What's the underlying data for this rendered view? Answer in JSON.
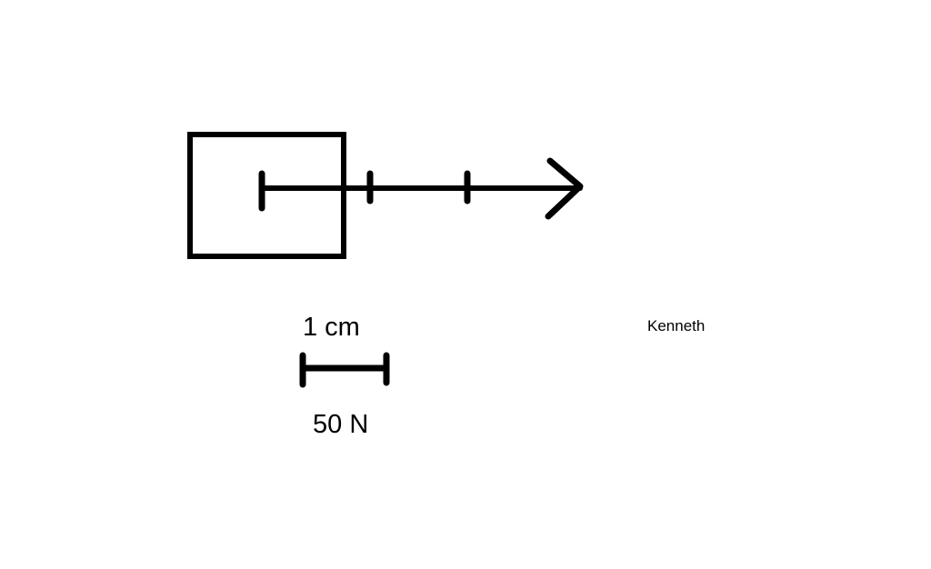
{
  "diagram": {
    "scale_length_label": "1 cm",
    "scale_force_label": "50 N",
    "author_label": "Kenneth",
    "force_vector_segments": 3,
    "stroke_color": "#000000",
    "background_color": "#ffffff"
  }
}
